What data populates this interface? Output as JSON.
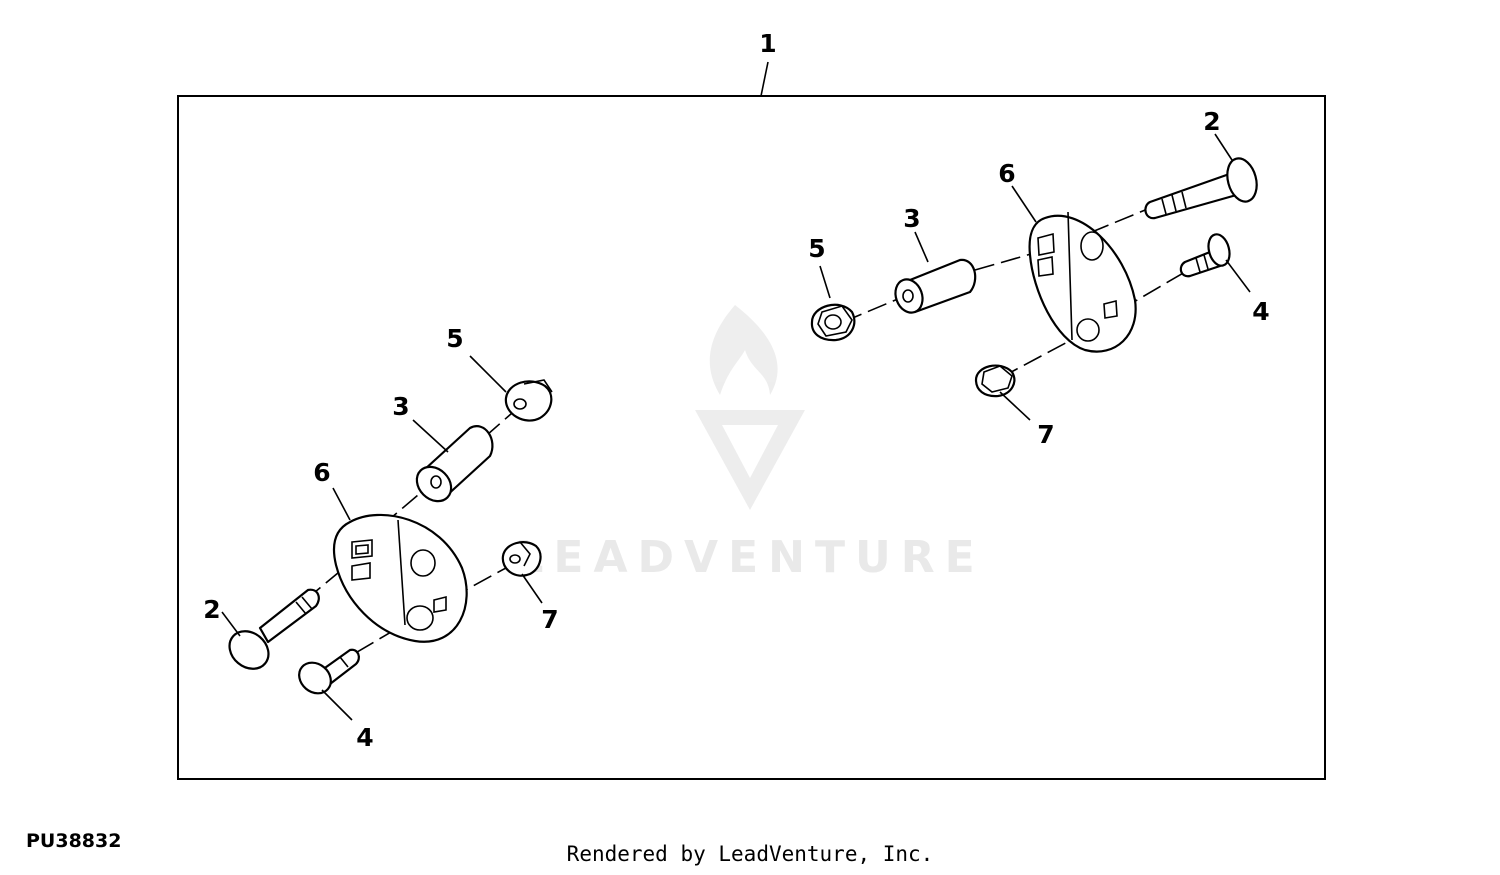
{
  "figure_id": "PU38832",
  "footer_text": "Rendered by LeadVenture, Inc.",
  "watermark_text": "LEADVENTURE",
  "callouts": {
    "assembly": "1",
    "left": {
      "bolt_long": "2",
      "spacer": "3",
      "bolt_short": "4",
      "nut_upper": "5",
      "plate": "6",
      "nut_lower": "7"
    },
    "right": {
      "bolt_long": "2",
      "spacer": "3",
      "bolt_short": "4",
      "nut_upper": "5",
      "plate": "6",
      "nut_lower": "7"
    }
  }
}
